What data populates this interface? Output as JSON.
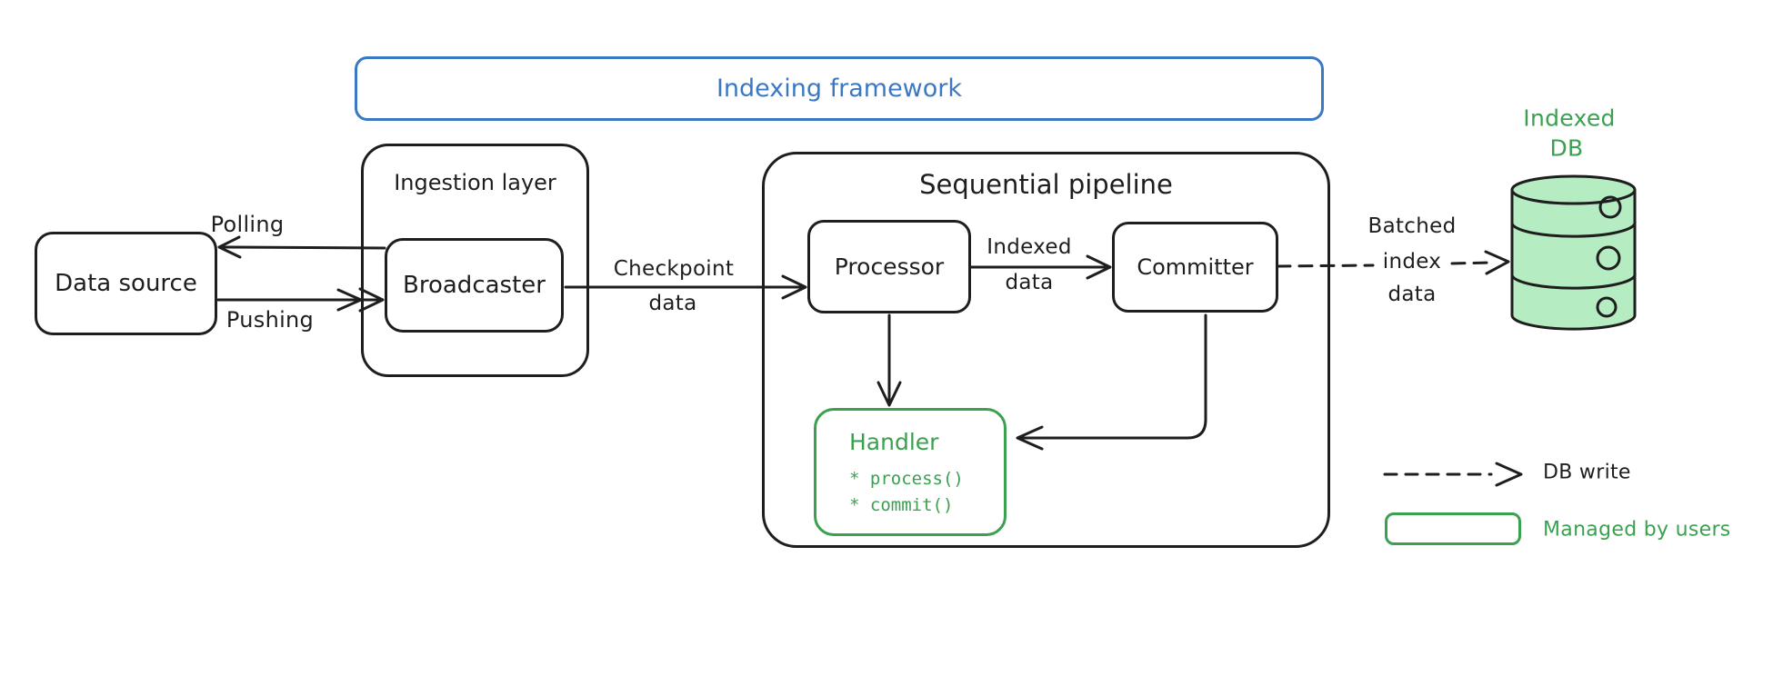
{
  "frame": {
    "title": "Indexing framework"
  },
  "ingestion": {
    "title": "Ingestion layer",
    "broadcaster": "Broadcaster"
  },
  "data_source": {
    "label": "Data source"
  },
  "flows": {
    "polling": "Polling",
    "pushing": "Pushing",
    "checkpoint": [
      "Checkpoint",
      "data"
    ],
    "indexed": [
      "Indexed",
      "data"
    ],
    "batched": [
      "Batched",
      "index",
      "data"
    ]
  },
  "pipeline": {
    "title": "Sequential pipeline",
    "processor": "Processor",
    "committer": "Committer",
    "handler": {
      "title": "Handler",
      "methods": [
        "* process()",
        "* commit()"
      ]
    }
  },
  "db": {
    "label": [
      "Indexed",
      "DB"
    ]
  },
  "legend": {
    "db_write": "DB write",
    "managed": "Managed by users"
  },
  "colors": {
    "ink": "#1e1e1e",
    "blue": "#3b78c4",
    "green": "#3ba050",
    "green_fill": "#b6ecc2",
    "background": "#ffffff"
  }
}
